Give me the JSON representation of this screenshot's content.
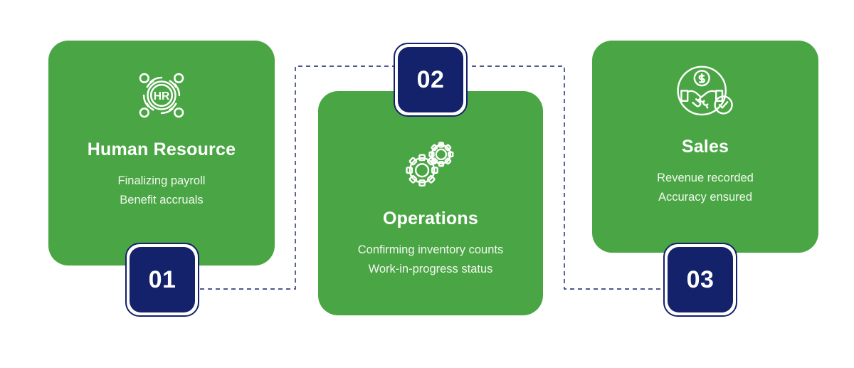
{
  "theme": {
    "background": "#ffffff",
    "card_green": "#4aa644",
    "badge_navy": "#14216b",
    "text_white": "#ffffff",
    "subtext": "#f2f7f1",
    "connector_dash": "#14216b"
  },
  "diagram": {
    "type": "three-step-process",
    "orientation": "horizontal",
    "connector_style": "dashed"
  },
  "steps": [
    {
      "number": "01",
      "title": "Human Resource",
      "icon": "hr-network-icon",
      "lines": [
        "Finalizing payroll",
        "Benefit accruals"
      ]
    },
    {
      "number": "02",
      "title": "Operations",
      "icon": "gears-icon",
      "lines": [
        "Confirming inventory counts",
        "Work-in-progress status"
      ]
    },
    {
      "number": "03",
      "title": "Sales",
      "icon": "handshake-money-icon",
      "lines": [
        "Revenue recorded",
        "Accuracy ensured"
      ]
    }
  ]
}
